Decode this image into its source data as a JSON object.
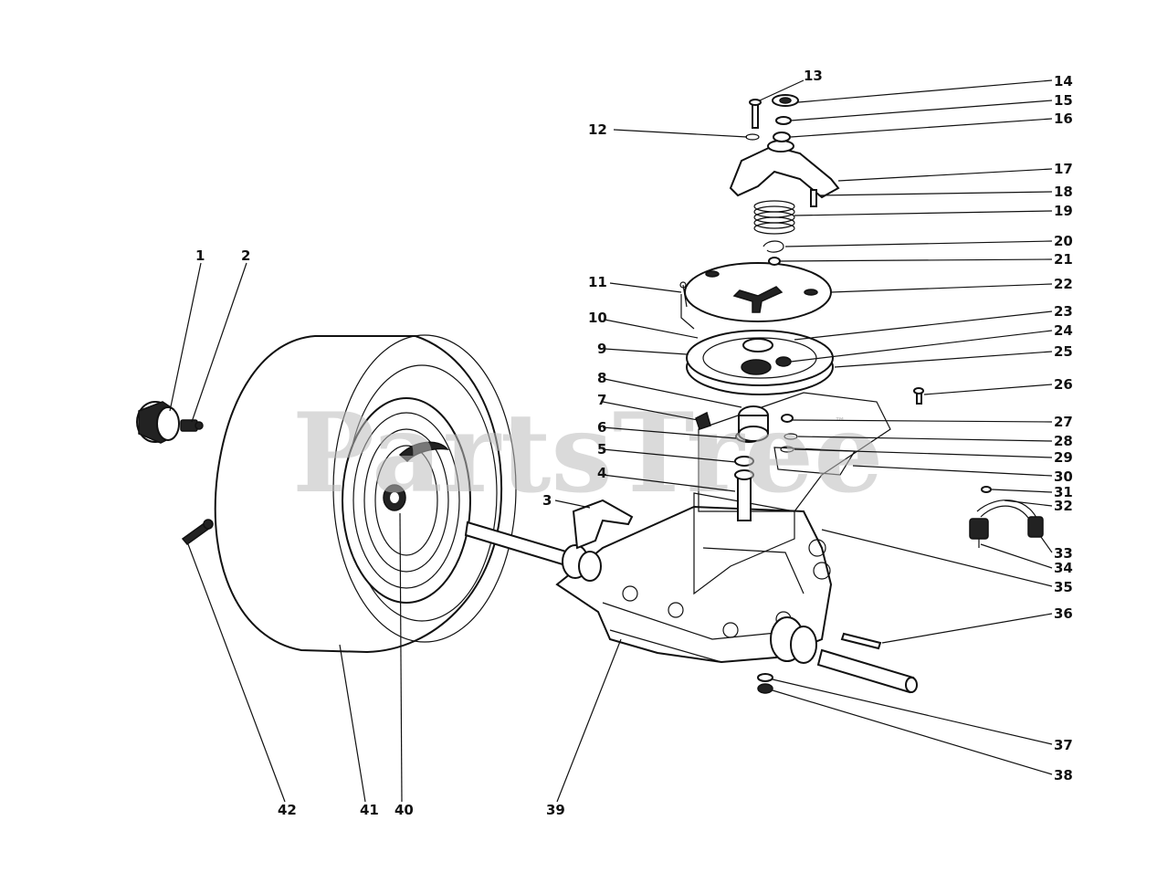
{
  "watermark": {
    "text": "PartsTree",
    "tm": "™"
  },
  "labels": [
    {
      "id": "1",
      "text": "1"
    },
    {
      "id": "2",
      "text": "2"
    },
    {
      "id": "3",
      "text": "3"
    },
    {
      "id": "4",
      "text": "4"
    },
    {
      "id": "5",
      "text": "5"
    },
    {
      "id": "6",
      "text": "6"
    },
    {
      "id": "7",
      "text": "7"
    },
    {
      "id": "8",
      "text": "8"
    },
    {
      "id": "9",
      "text": "9"
    },
    {
      "id": "10",
      "text": "10"
    },
    {
      "id": "11",
      "text": "11"
    },
    {
      "id": "12",
      "text": "12"
    },
    {
      "id": "13",
      "text": "13"
    },
    {
      "id": "14",
      "text": "14"
    },
    {
      "id": "15",
      "text": "15"
    },
    {
      "id": "16",
      "text": "16"
    },
    {
      "id": "17",
      "text": "17"
    },
    {
      "id": "18",
      "text": "18"
    },
    {
      "id": "19",
      "text": "19"
    },
    {
      "id": "20",
      "text": "20"
    },
    {
      "id": "21",
      "text": "21"
    },
    {
      "id": "22",
      "text": "22"
    },
    {
      "id": "23",
      "text": "23"
    },
    {
      "id": "24",
      "text": "24"
    },
    {
      "id": "25",
      "text": "25"
    },
    {
      "id": "26",
      "text": "26"
    },
    {
      "id": "27",
      "text": "27"
    },
    {
      "id": "28",
      "text": "28"
    },
    {
      "id": "29",
      "text": "29"
    },
    {
      "id": "30",
      "text": "30"
    },
    {
      "id": "31",
      "text": "31"
    },
    {
      "id": "32",
      "text": "32"
    },
    {
      "id": "33",
      "text": "33"
    },
    {
      "id": "34",
      "text": "34"
    },
    {
      "id": "35",
      "text": "35"
    },
    {
      "id": "36",
      "text": "36"
    },
    {
      "id": "37",
      "text": "37"
    },
    {
      "id": "38",
      "text": "38"
    },
    {
      "id": "39",
      "text": "39"
    },
    {
      "id": "40",
      "text": "40"
    },
    {
      "id": "41",
      "text": "41"
    },
    {
      "id": "42",
      "text": "42"
    }
  ]
}
